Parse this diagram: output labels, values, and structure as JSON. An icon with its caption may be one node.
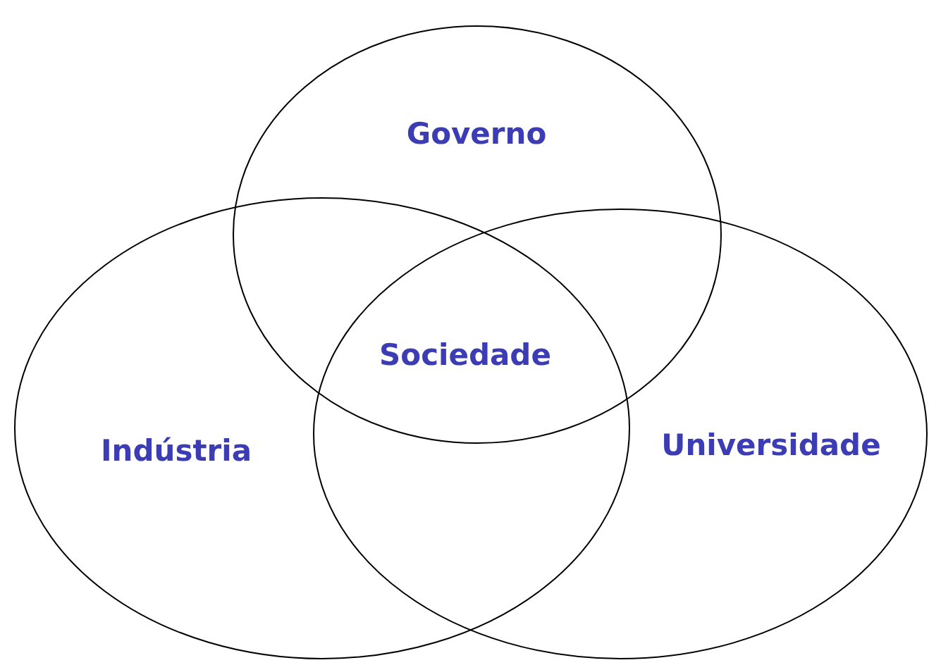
{
  "diagram": {
    "nodes": [
      {
        "text": [
          "Governo"
        ]
      },
      {
        "text": [
          "Indústria"
        ]
      },
      {
        "text": [
          "Universidade"
        ]
      }
    ],
    "labels": [
      "Sociedade"
    ]
  }
}
